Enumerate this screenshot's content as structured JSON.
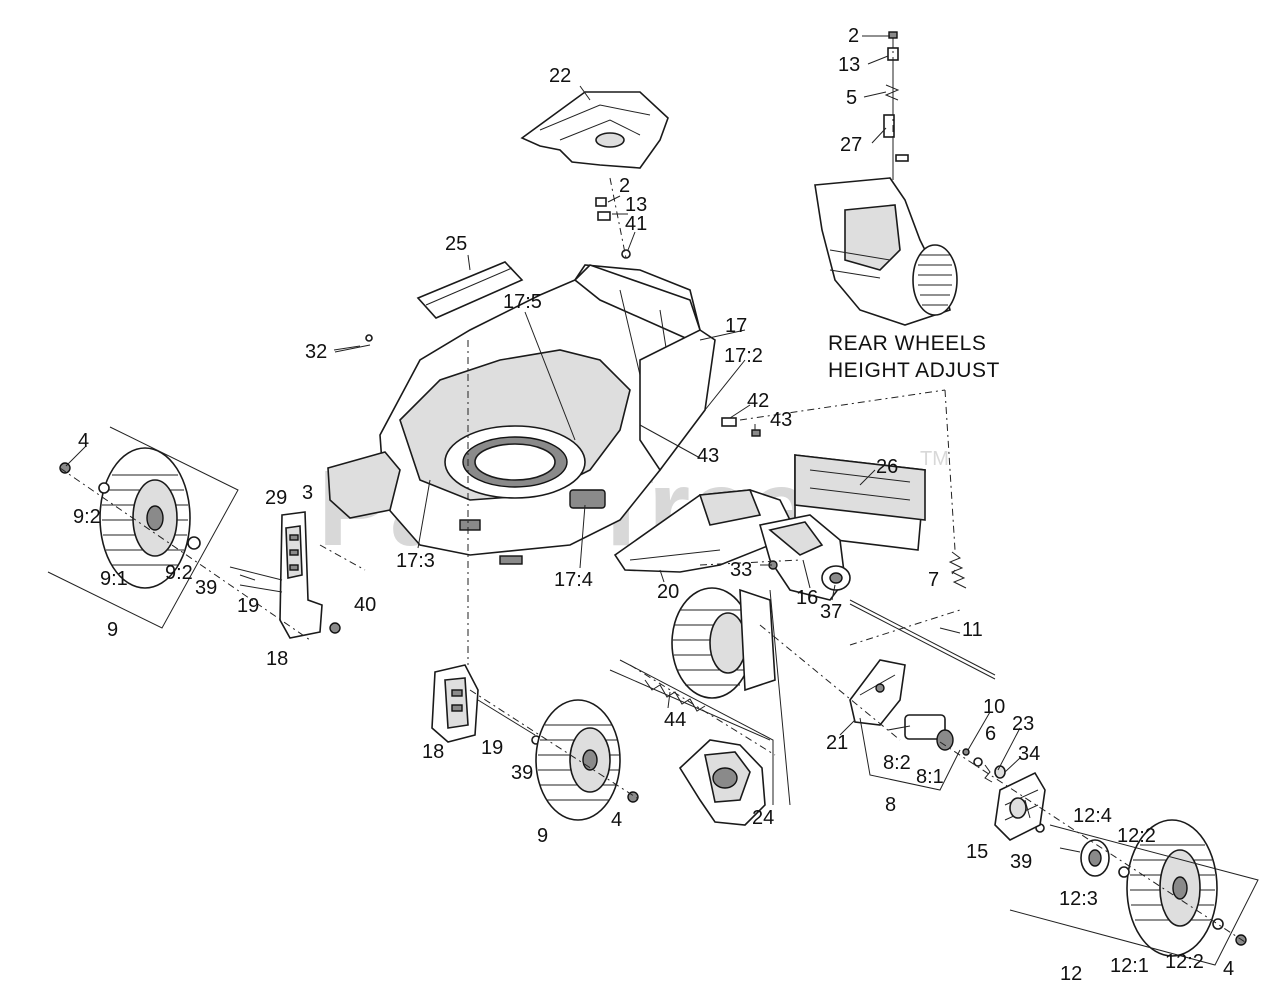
{
  "watermark": {
    "text": "PartsTree",
    "mark": "TM"
  },
  "note": {
    "line1": "REAR WHEELS",
    "line2": "HEIGHT ADJUST"
  },
  "labels": {
    "l2a": "2",
    "l13a": "13",
    "l5": "5",
    "l27": "27",
    "l22": "22",
    "l2b": "2",
    "l13b": "13",
    "l41": "41",
    "l25": "25",
    "l17_5": "17:5",
    "l17": "17",
    "l17_2": "17:2",
    "l32": "32",
    "l42": "42",
    "l43a": "43",
    "l43b": "43",
    "l26": "26",
    "l4a": "4",
    "l9_2a": "9:2",
    "l9_1": "9:1",
    "l9_2b": "9:2",
    "l39a": "39",
    "l9a": "9",
    "l29": "29",
    "l3": "3",
    "l19a": "19",
    "l40": "40",
    "l18a": "18",
    "l17_3": "17:3",
    "l17_4": "17:4",
    "l20": "20",
    "l33": "33",
    "l16": "16",
    "l37": "37",
    "l7": "7",
    "l11": "11",
    "l44": "44",
    "l18b": "18",
    "l19b": "19",
    "l39b": "39",
    "l9b": "9",
    "l4b": "4",
    "l24": "24",
    "l10": "10",
    "l21": "21",
    "l6": "6",
    "l23": "23",
    "l8_2": "8:2",
    "l8_1": "8:1",
    "l34": "34",
    "l8": "8",
    "l15": "15",
    "l39c": "39",
    "l12_4": "12:4",
    "l12_2a": "12:2",
    "l12_3": "12:3",
    "l12": "12",
    "l12_1": "12:1",
    "l12_2b": "12:2",
    "l4c": "4"
  }
}
